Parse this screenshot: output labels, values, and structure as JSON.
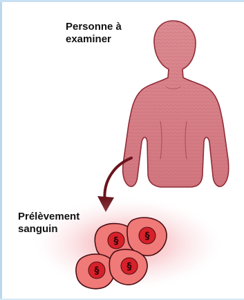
{
  "labels": {
    "person": [
      "Personne à",
      "examiner"
    ],
    "blood_sample": [
      "Prélèvement",
      "sanguin"
    ]
  },
  "colors": {
    "body_fill": "#d98288",
    "body_stroke": "#8e2a36",
    "cell_fill": "#f07a78",
    "nucleus_fill": "#d8202a",
    "glow": "#e94b5a",
    "arrow": "#6b141c",
    "frame_border": "#b9d8ee"
  },
  "icons": {
    "person": "human-silhouette-icon",
    "arrow": "curved-arrow-icon",
    "cells": "blood-cell-icon"
  }
}
